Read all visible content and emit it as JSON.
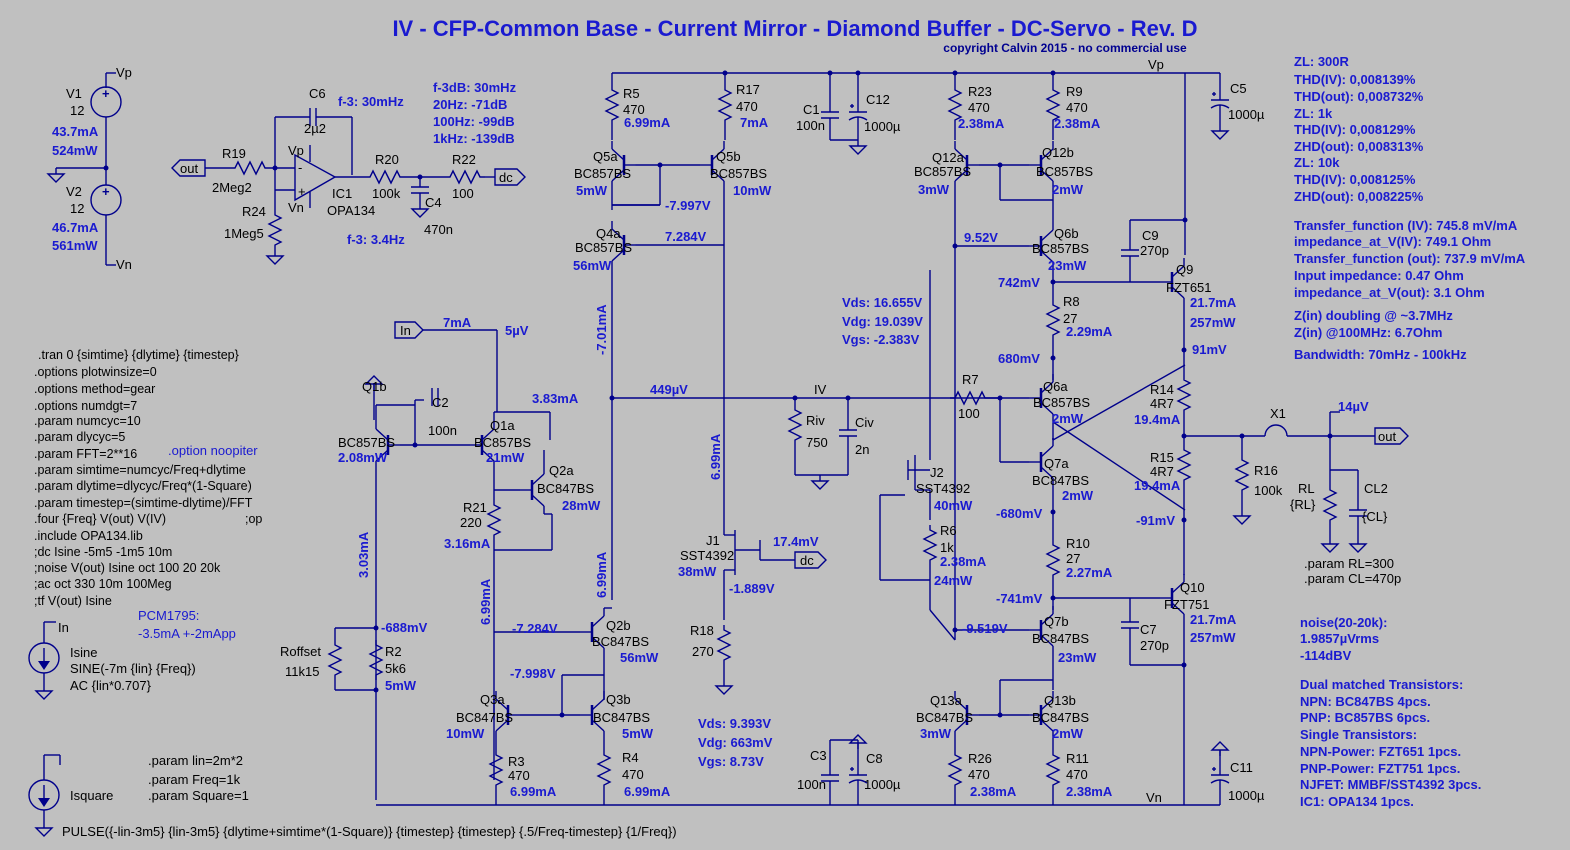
{
  "title": "IV - CFP-Common Base - Current Mirror - Diamond Buffer - DC-Servo - Rev. D",
  "copyright": "copyright Calvin 2015 - no commercial use",
  "rails": {
    "vp": "Vp",
    "vn": "Vn"
  },
  "supplies": {
    "v1": {
      "name": "V1",
      "value": "12",
      "current": "43.7mA",
      "power": "524mW"
    },
    "v2": {
      "name": "V2",
      "value": "12",
      "current": "46.7mA",
      "power": "561mW"
    }
  },
  "servo": {
    "c6": "C6",
    "c6_val": "2µ2",
    "f3_top": "f-3: 30mHz",
    "r19": "R19",
    "r19_val": "2Meg2",
    "out_flag": "out",
    "r24": "R24",
    "r24_val": "1Meg5",
    "ic1": "IC1",
    "ic1_val": "OPA134",
    "vp": "Vp",
    "vn": "Vn",
    "r20": "R20",
    "r20_val": "100k",
    "c4": "C4",
    "c4_val": "470n",
    "r22": "R22",
    "r22_val": "100",
    "dc_flag": "dc",
    "f3_bottom": "f-3: 3.4Hz",
    "response": [
      "f-3dB: 30mHz",
      "20Hz: -71dB",
      "100Hz: -99dB",
      "1kHz: -139dB"
    ]
  },
  "spice": [
    ".tran 0 {simtime} {dlytime} {timestep}",
    ".options plotwinsize=0",
    ".options method=gear",
    ".options numdgt=7",
    ".param numcyc=10",
    ".param dlycyc=5",
    ".param FFT=2**16",
    ".param simtime=numcyc/Freq+dlytime",
    ".param dlytime=dlycyc/Freq*(1-Square)",
    ".param timestep=(simtime-dlytime)/FFT",
    ".four {Freq} V(out) V(IV)",
    ".include OPA134.lib",
    ";dc Isine -5m5 -1m5 10m",
    ";noise V(out) Isine oct 100 20 20k",
    ";ac oct 330 10m 100Meg",
    ";tf V(out) Isine"
  ],
  "spice_op": ";op",
  "noopiter": ".option noopiter",
  "pcm": {
    "name": "PCM1795:",
    "spec": "-3.5mA +-2mApp"
  },
  "isine": {
    "flag": "In",
    "name": "Isine",
    "sine": "SINE(-7m {lin} {Freq})",
    "ac": "AC {lin*0.707}"
  },
  "isquare": {
    "name": "Isquare",
    "pulse": "PULSE({-lin-3m5} {lin-3m5} {dlytime+simtime*(1-Square)} {timestep} {timestep} {.5/Freq-timestep} {1/Freq})"
  },
  "params": [
    ".param lin=2m*2",
    ".param Freq=1k",
    ".param Square=1"
  ],
  "input": {
    "flag": "In",
    "current": "7mA",
    "voltage": "5µV"
  },
  "left_stage": {
    "q1b": "Q1b",
    "q1b_type": "BC857BS",
    "q1b_pwr": "2.08mW",
    "c2": "C2",
    "c2_val": "100n",
    "q1a": "Q1a",
    "q1a_type": "BC857BS",
    "q1a_pwr": "21mW",
    "i_383": "3.83mA",
    "q2a": "Q2a",
    "q2a_type": "BC847BS",
    "q2a_pwr": "28mW",
    "r21": "R21",
    "r21_val": "220",
    "i_316": "3.16mA",
    "i_303": "3.03mA",
    "v_688": "-688mV",
    "roffset": "Roffset",
    "roffset_val": "11k15",
    "r2": "R2",
    "r2_val": "5k6",
    "r2_pwr": "5mW",
    "i_699a": "6.99mA"
  },
  "mirror": {
    "r5": "R5",
    "r5_val": "470",
    "r5_i": "6.99mA",
    "q5a": "Q5a",
    "q5a_type": "BC857BS",
    "q5a_pwr": "5mW",
    "r17": "R17",
    "r17_val": "470",
    "r17_i": "7mA",
    "q5b": "Q5b",
    "q5b_type": "BC857BS",
    "q5b_pwr": "10mW",
    "v_7997": "-7.997V",
    "q4a": "Q4a",
    "q4a_type": "BC857BS",
    "q4a_pwr": "56mW",
    "v_7284": "7.284V",
    "i_701": "-7.01mA",
    "i_699b": "6.99mA",
    "i_699c": "6.99mA",
    "node_449": "449µV",
    "iv": "IV",
    "riv": "Riv",
    "riv_val": "750",
    "civ": "Civ",
    "civ_val": "2n",
    "j1": "J1",
    "j1_type": "SST4392",
    "j1_pwr": "38mW",
    "v_174": "17.4mV",
    "dc_flag": "dc",
    "v_1889": "-1.889V",
    "r18": "R18",
    "r18_val": "270",
    "v_m7284": "-7.284V",
    "q2b": "Q2b",
    "q2b_type": "BC847BS",
    "q2b_pwr": "56mW",
    "v_7998": "-7.998V",
    "q3a": "Q3a",
    "q3a_type": "BC847BS",
    "q3a_pwr": "10mW",
    "q3b": "Q3b",
    "q3b_type": "BC847BS",
    "q3b_pwr": "5mW",
    "r3": "R3",
    "r3_val": "470",
    "r3_i": "6.99mA",
    "r4": "R4",
    "r4_val": "470",
    "r4_i": "6.99mA"
  },
  "caps": {
    "c1": "C1",
    "c1_val": "100n",
    "c12": "C12",
    "c12_val": "1000µ",
    "c3": "C3",
    "c3_val": "100n",
    "c8": "C8",
    "c8_val": "1000µ",
    "c5": "C5",
    "c5_val": "1000µ",
    "c11": "C11",
    "c11_val": "1000µ"
  },
  "j2_stats": {
    "vds": "Vds:  16.655V",
    "vdg": "Vdg: 19.039V",
    "vgs": "Vgs:  -2.383V"
  },
  "j3_stats": {
    "vds": "Vds:  9.393V",
    "vdg": "Vdg:  663mV",
    "vgs": "Vgs:   8.73V"
  },
  "buffer": {
    "r23": "R23",
    "r23_val": "470",
    "r23_i": "2.38mA",
    "r9": "R9",
    "r9_val": "470",
    "r9_i": "2.38mA",
    "q12a": "Q12a",
    "q12a_type": "BC857BS",
    "q12a_pwr": "3mW",
    "q12b": "Q12b",
    "q12b_type": "BC857BS",
    "q12b_pwr": "2mW",
    "v_952": "9.52V",
    "q6b": "Q6b",
    "q6b_type": "BC857BS",
    "q6b_pwr": "23mW",
    "v_742": "742mV",
    "r8": "R8",
    "r8_val": "27",
    "r8_i": "2.29mA",
    "v_680": "680mV",
    "r7": "R7",
    "r7_val": "100",
    "q6a": "Q6a",
    "q6a_type": "BC857BS",
    "q6a_pwr": "2mW",
    "j2": "J2",
    "j2_type": "SST4392",
    "j2_pwr": "40mW",
    "q7a": "Q7a",
    "q7a_type": "BC847BS",
    "q7a_pwr": "2mW",
    "r6": "R6",
    "r6_val": "1k",
    "r6_i": "2.38mA",
    "r6_pwr": "24mW",
    "v_m680": "-680mV",
    "r10": "R10",
    "r10_val": "27",
    "r10_i": "2.27mA",
    "v_m741": "-741mV",
    "v_m9519": "-9.519V",
    "q7b": "Q7b",
    "q7b_type": "BC847BS",
    "q7b_pwr": "23mW",
    "q13a": "Q13a",
    "q13a_type": "BC847BS",
    "q13a_pwr": "3mW",
    "q13b": "Q13b",
    "q13b_type": "BC847BS",
    "q13b_pwr": "2mW",
    "r26": "R26",
    "r26_val": "470",
    "r26_i": "2.38mA",
    "r11": "R11",
    "r11_val": "470",
    "r11_i": "2.38mA"
  },
  "output": {
    "c9": "C9",
    "c9_val": "270p",
    "q9": "Q9",
    "q9_type": "FZT651",
    "q9_i": "21.7mA",
    "q9_pwr": "257mW",
    "v_91": "91mV",
    "r14": "R14",
    "r14_val": "4R7",
    "r14_i": "19.4mA",
    "r15": "R15",
    "r15_val": "4R7",
    "r15_i": "19.4mA",
    "v_m91": "-91mV",
    "c7": "C7",
    "c7_val": "270p",
    "q10": "Q10",
    "q10_type": "FZT751",
    "q10_i": "21.7mA",
    "q10_pwr": "257mW",
    "x1": "X1",
    "v_14": "14µV",
    "out_flag": "out",
    "r16": "R16",
    "r16_val": "100k",
    "rl": "RL",
    "rl_val": "{RL}",
    "cl2": "CL2",
    "cl2_val": "{CL}",
    "param_rl": ".param RL=300",
    "param_cl": ".param CL=470p"
  },
  "results": [
    "ZL: 300R",
    "THD(IV):   0,008139%",
    "THD(out): 0,008732%",
    "ZL: 1k",
    "THD(IV):   0,008129%",
    "ZHD(out): 0,008313%",
    "ZL: 10k",
    "THD(IV):   0,008125%",
    "ZHD(out): 0,008225%"
  ],
  "transfer": [
    "Transfer_function (IV): 745.8  mV/mA",
    "impedance_at_V(IV): 749.1 Ohm",
    "Transfer_function (out): 737.9  mV/mA",
    "Input impedance: 0.47 Ohm",
    "impedance_at_V(out): 3.1 Ohm"
  ],
  "zin": [
    "Z(in) doubling @ ~3.7MHz",
    "Z(in) @100MHz: 6.7Ohm"
  ],
  "bandwidth": "Bandwidth: 70mHz - 100kHz",
  "noise": [
    "noise(20-20k):",
    "1.9857µVrms",
    "-114dBV"
  ],
  "parts": [
    "Dual matched Transistors:",
    "NPN: BC847BS  4pcs.",
    "PNP: BC857BS  6pcs.",
    "Single Transistors:",
    "NPN-Power:  FZT651 1pcs.",
    "PNP-Power:  FZT751  1pcs.",
    "NJFET: MMBF/SST4392 3pcs.",
    "IC1: OPA134  1pcs."
  ]
}
